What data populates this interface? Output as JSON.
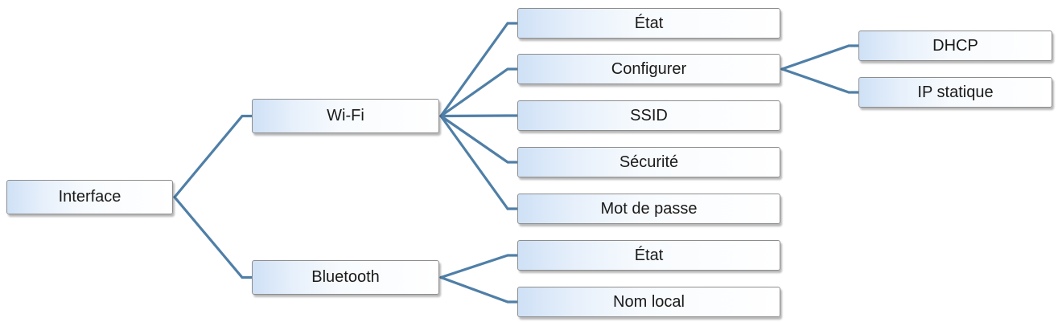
{
  "diagram": {
    "line_color": "#4f7fa7",
    "node_border_color": "#8d8d8d",
    "nodes": {
      "interface": "Interface",
      "wifi": "Wi-Fi",
      "bluetooth": "Bluetooth",
      "wifi_etat": "État",
      "wifi_configurer": "Configurer",
      "wifi_ssid": "SSID",
      "wifi_securite": "Sécurité",
      "wifi_mot_de_passe": "Mot de passe",
      "bluetooth_etat": "État",
      "bluetooth_nom_local": "Nom local",
      "configurer_dhcp": "DHCP",
      "configurer_ip_statique": "IP statique"
    },
    "edges": [
      {
        "from": "interface",
        "to": "wifi"
      },
      {
        "from": "interface",
        "to": "bluetooth"
      },
      {
        "from": "wifi",
        "to": "wifi_etat"
      },
      {
        "from": "wifi",
        "to": "wifi_configurer"
      },
      {
        "from": "wifi",
        "to": "wifi_ssid"
      },
      {
        "from": "wifi",
        "to": "wifi_securite"
      },
      {
        "from": "wifi",
        "to": "wifi_mot_de_passe"
      },
      {
        "from": "bluetooth",
        "to": "bluetooth_etat"
      },
      {
        "from": "bluetooth",
        "to": "bluetooth_nom_local"
      },
      {
        "from": "wifi_configurer",
        "to": "configurer_dhcp"
      },
      {
        "from": "wifi_configurer",
        "to": "configurer_ip_statique"
      }
    ]
  }
}
